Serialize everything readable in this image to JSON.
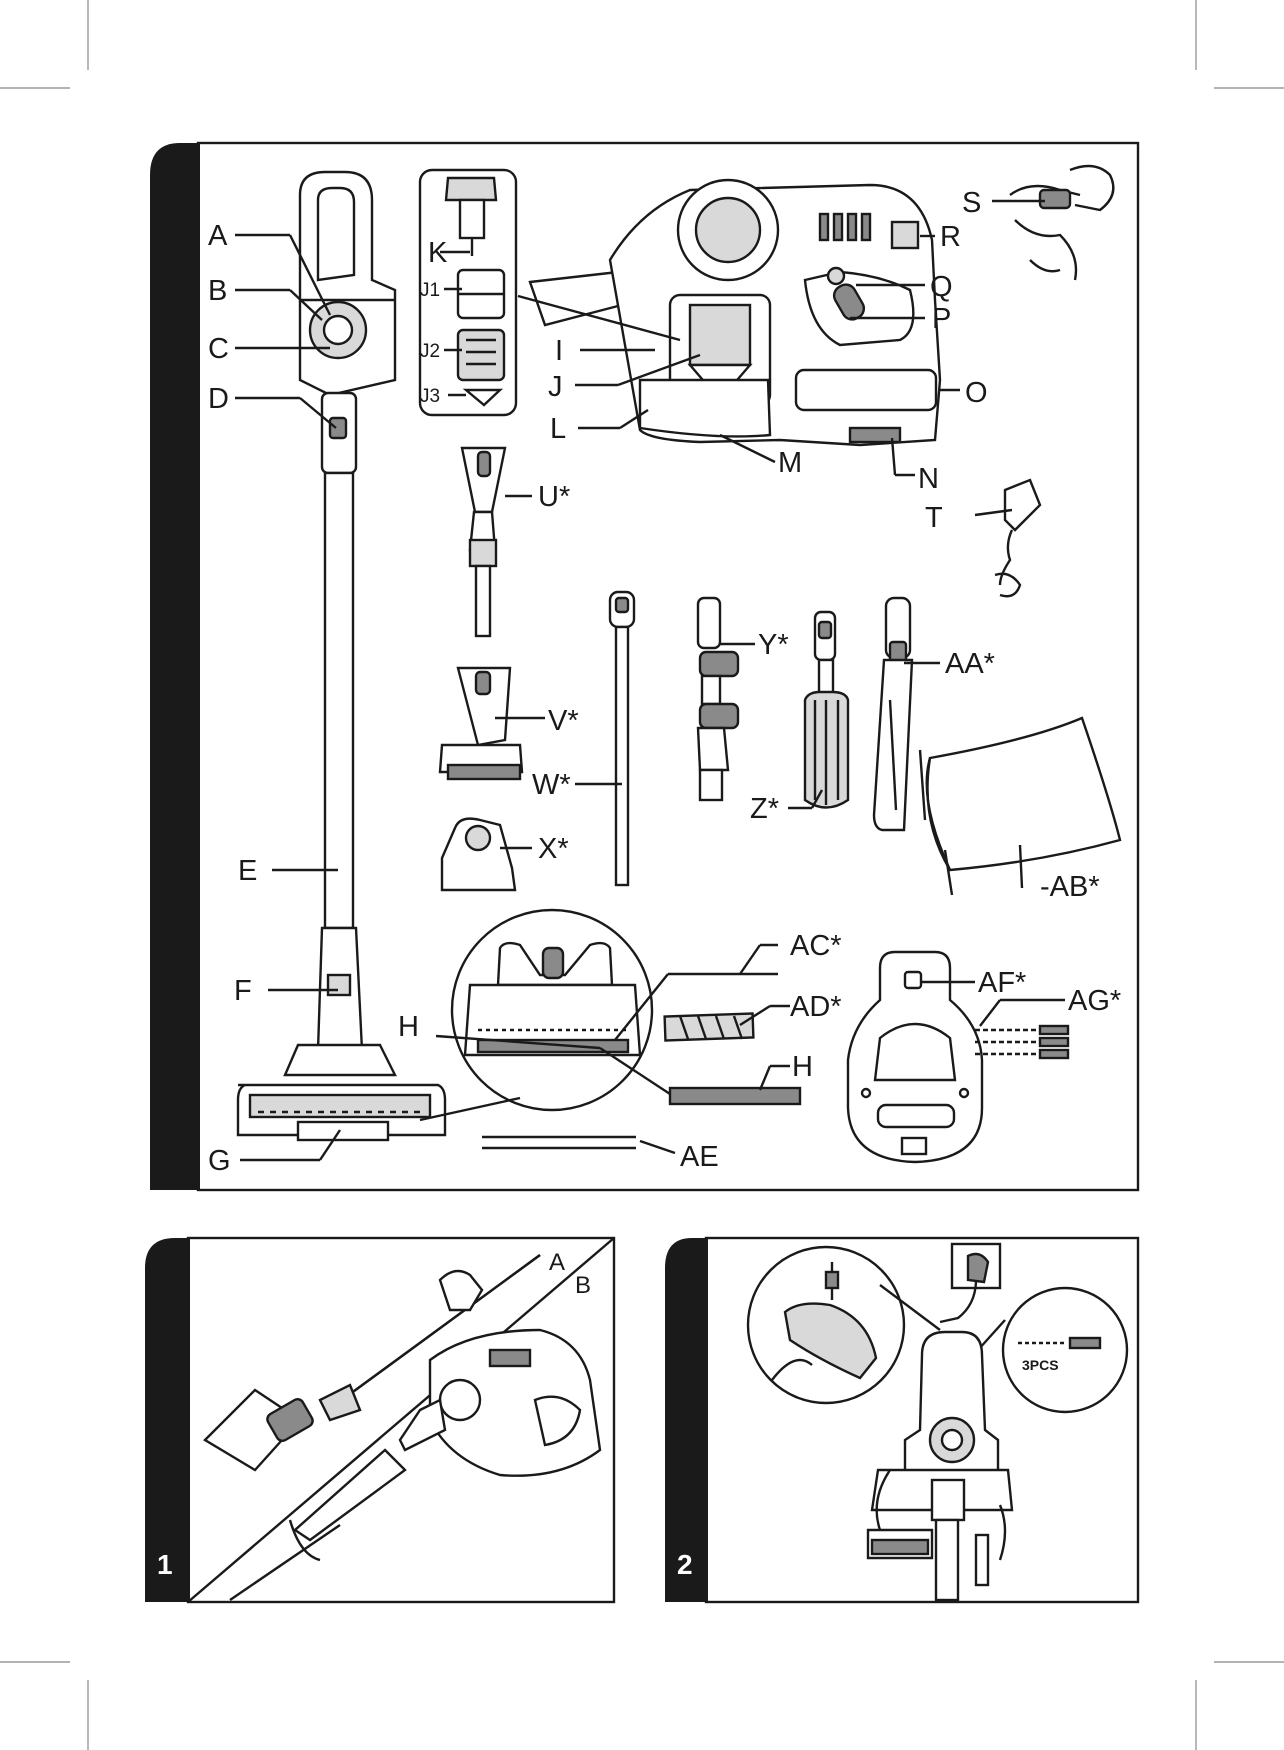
{
  "labels": {
    "A": "A",
    "B": "B",
    "C": "C",
    "D": "D",
    "E": "E",
    "F": "F",
    "G": "G",
    "H1": "H",
    "H2": "H",
    "I": "I",
    "J": "J",
    "J1": "J1",
    "J2": "J2",
    "J3": "J3",
    "K": "K",
    "L": "L",
    "M": "M",
    "N": "N",
    "O": "O",
    "P": "P",
    "Q": "Q",
    "R": "R",
    "S": "S",
    "T": "T",
    "U": "U*",
    "V": "V*",
    "W": "W*",
    "X": "X*",
    "Y": "Y*",
    "Z": "Z*",
    "AA": "AA*",
    "AB": "-AB*",
    "AC": "AC*",
    "AD": "AD*",
    "AE": "AE",
    "AF": "AF*",
    "AG": "AG*"
  },
  "panel1": {
    "number": "1",
    "label_a": "A",
    "label_b": "B"
  },
  "panel2": {
    "number": "2",
    "screws_label": "3PCS"
  },
  "colors": {
    "ink": "#1a1a1a",
    "background": "#ffffff",
    "shade": "#d9d9d9"
  }
}
